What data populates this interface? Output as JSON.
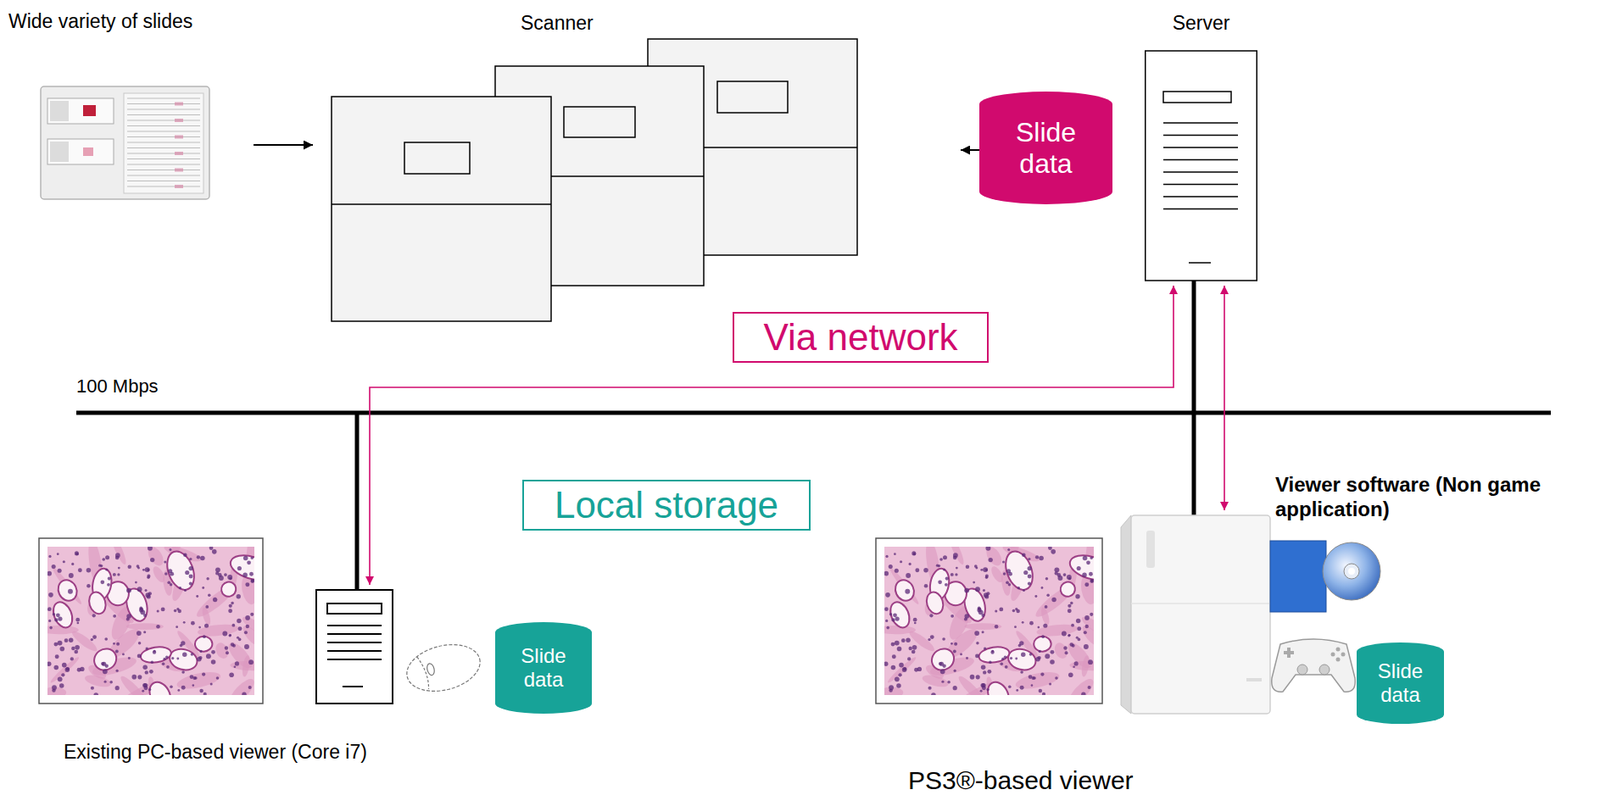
{
  "diagram": {
    "nodes": [
      {
        "text": [
          "Wide variety of slides"
        ]
      },
      {
        "text": [
          "Scanner"
        ]
      },
      {
        "text": [
          "Slide data"
        ]
      },
      {
        "text": [
          "Server"
        ]
      },
      {
        "text": [
          "Via network"
        ]
      },
      {
        "text": [
          "Local storage"
        ]
      },
      {
        "text": [
          "Existing PC-based viewer (Core i7)"
        ]
      },
      {
        "text": [
          "Slide data"
        ],
        "in": 6
      },
      {
        "text": [
          "PS3®-based viewer"
        ]
      },
      {
        "text": [
          "Slide data"
        ],
        "in": 8
      }
    ],
    "edges": [
      {
        "from": 0,
        "to": 1,
        "arrow": "to"
      },
      {
        "from": 1,
        "to": 2,
        "arrow": "to"
      },
      {
        "from": 3,
        "to": 6,
        "arrow": "both"
      },
      {
        "from": 3,
        "to": 8,
        "arrow": "both"
      }
    ],
    "labels": [
      "100 Mbps",
      "Viewer software (Non game application)"
    ]
  }
}
